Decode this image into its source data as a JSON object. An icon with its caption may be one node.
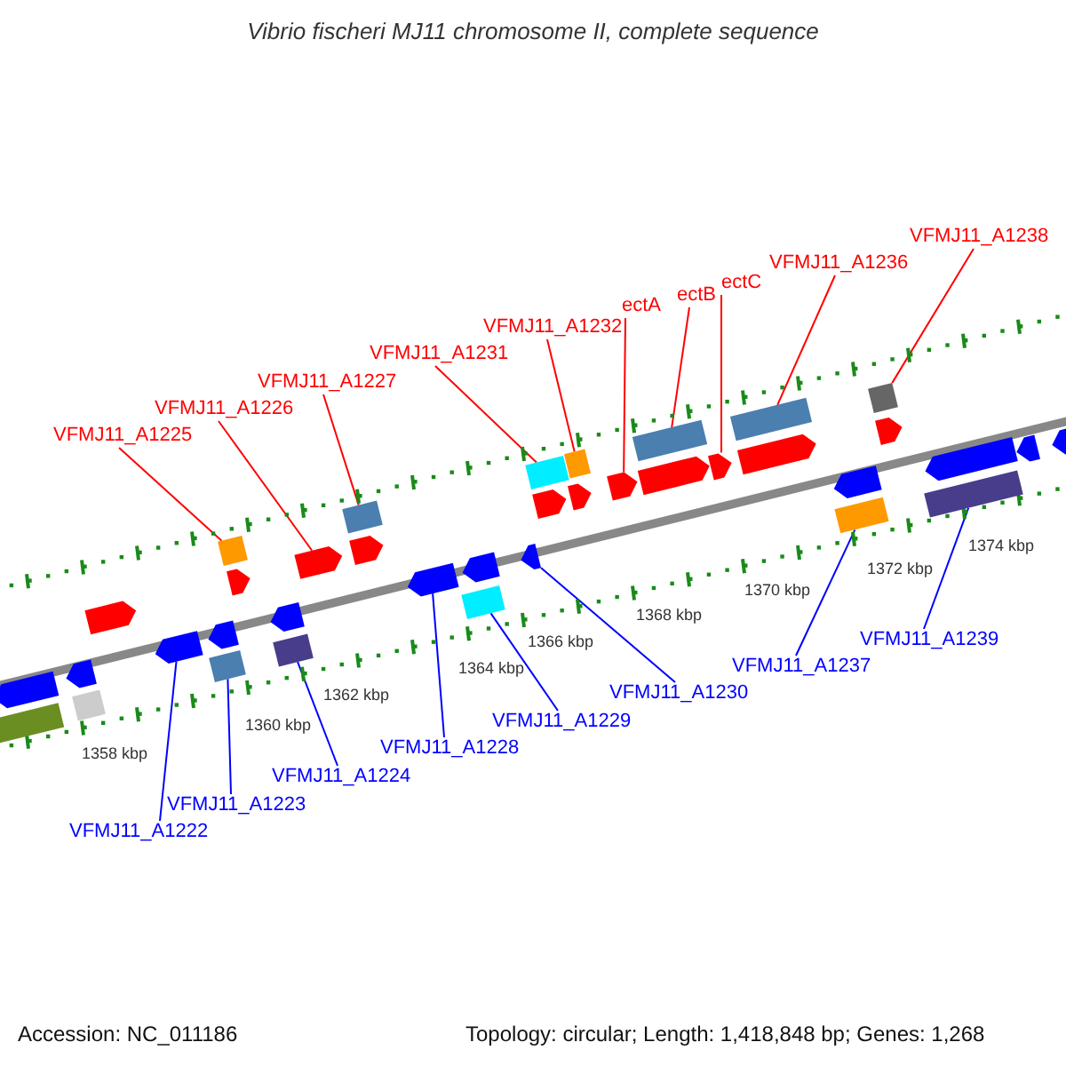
{
  "diagram": {
    "title": "Vibrio fischeri MJ11 chromosome II, complete sequence",
    "nodes": [
      {
        "text": [
          "VFMJ11_A1225"
        ]
      },
      {
        "text": [
          "VFMJ11_A1226"
        ]
      },
      {
        "text": [
          "VFMJ11_A1227"
        ]
      },
      {
        "text": [
          "VFMJ11_A1231"
        ]
      },
      {
        "text": [
          "VFMJ11_A1232"
        ]
      },
      {
        "text": [
          "ectA"
        ]
      },
      {
        "text": [
          "ectB"
        ]
      },
      {
        "text": [
          "ectC"
        ]
      },
      {
        "text": [
          "VFMJ11_A1236"
        ]
      },
      {
        "text": [
          "VFMJ11_A1238"
        ]
      },
      {
        "text": [
          "VFMJ11_A1222"
        ]
      },
      {
        "text": [
          "VFMJ11_A1223"
        ]
      },
      {
        "text": [
          "VFMJ11_A1224"
        ]
      },
      {
        "text": [
          "VFMJ11_A1228"
        ]
      },
      {
        "text": [
          "VFMJ11_A1229"
        ]
      },
      {
        "text": [
          "VFMJ11_A1230"
        ]
      },
      {
        "text": [
          "VFMJ11_A1237"
        ]
      },
      {
        "text": [
          "VFMJ11_A1239"
        ]
      },
      {
        "text": [],
        "shape": "arrow"
      },
      {
        "text": [],
        "shape": "box"
      },
      {
        "text": [],
        "shape": "arrow"
      },
      {
        "text": [],
        "shape": "box"
      },
      {
        "text": [],
        "shape": "arrow"
      },
      {
        "text": [],
        "shape": "arrow"
      },
      {
        "text": [],
        "shape": "arrow"
      },
      {
        "text": [],
        "shape": "box"
      },
      {
        "text": [],
        "shape": "box"
      },
      {
        "text": [],
        "shape": "arrow"
      },
      {
        "text": [],
        "shape": "arrow"
      },
      {
        "text": [],
        "shape": "box"
      },
      {
        "text": [],
        "shape": "arrow"
      },
      {
        "text": [],
        "shape": "box"
      },
      {
        "text": [],
        "shape": "arrow"
      },
      {
        "text": [],
        "shape": "arrow"
      },
      {
        "text": [],
        "shape": "arrow"
      },
      {
        "text": [],
        "shape": "box"
      },
      {
        "text": [],
        "shape": "arrow"
      },
      {
        "text": [],
        "shape": "box"
      },
      {
        "text": [],
        "shape": "arrow"
      },
      {
        "text": [],
        "shape": "box"
      },
      {
        "text": [],
        "shape": "arrow"
      },
      {
        "text": [],
        "shape": "arrow"
      },
      {
        "text": [],
        "shape": "box"
      },
      {
        "text": [],
        "shape": "arrow"
      },
      {
        "text": [],
        "shape": "arrow"
      },
      {
        "text": [],
        "shape": "box"
      },
      {
        "text": [],
        "shape": "arrow"
      },
      {
        "text": [],
        "shape": "arrow"
      },
      {
        "text": [],
        "shape": "box"
      },
      {
        "text": [],
        "shape": "box"
      },
      {
        "text": [],
        "shape": "arrow"
      },
      {
        "text": [],
        "shape": "arrow"
      },
      {
        "text": [],
        "shape": "box"
      },
      {
        "text": [],
        "shape": "arrow"
      },
      {
        "text": [],
        "shape": "arrow"
      }
    ],
    "edges": [
      {
        "from": 0,
        "to": 26,
        "arrow": "none"
      },
      {
        "from": 1,
        "to": 30,
        "arrow": "none"
      },
      {
        "from": 2,
        "to": 31,
        "arrow": "none"
      },
      {
        "from": 3,
        "to": 37,
        "arrow": "none"
      },
      {
        "from": 4,
        "to": 39,
        "arrow": "none"
      },
      {
        "from": 5,
        "to": 41,
        "arrow": "none"
      },
      {
        "from": 6,
        "to": 42,
        "arrow": "none"
      },
      {
        "from": 7,
        "to": 44,
        "arrow": "none"
      },
      {
        "from": 8,
        "to": 45,
        "arrow": "none"
      },
      {
        "from": 9,
        "to": 49,
        "arrow": "none"
      },
      {
        "from": 10,
        "to": 23,
        "arrow": "none",
        "color": "#0000ff"
      },
      {
        "from": 11,
        "to": 25,
        "arrow": "none",
        "color": "#0000ff"
      },
      {
        "from": 12,
        "to": 29,
        "arrow": "none",
        "color": "#0000ff"
      },
      {
        "from": 13,
        "to": 33,
        "arrow": "none",
        "color": "#0000ff"
      },
      {
        "from": 14,
        "to": 35,
        "arrow": "none",
        "color": "#0000ff"
      },
      {
        "from": 15,
        "to": 36,
        "arrow": "none",
        "color": "#0000ff"
      },
      {
        "from": 16,
        "to": 48,
        "arrow": "none",
        "color": "#0000ff"
      },
      {
        "from": 17,
        "to": 52,
        "arrow": "none",
        "color": "#0000ff"
      }
    ],
    "labels": [
      "1358 kbp",
      "1360 kbp",
      "1362 kbp",
      "1364 kbp",
      "1366 kbp",
      "1368 kbp",
      "1370 kbp",
      "1372 kbp",
      "1374 kbp",
      "Accession: NC_011186",
      "Topology: circular; Length: 1,418,848 bp; Genes: 1,268"
    ]
  }
}
